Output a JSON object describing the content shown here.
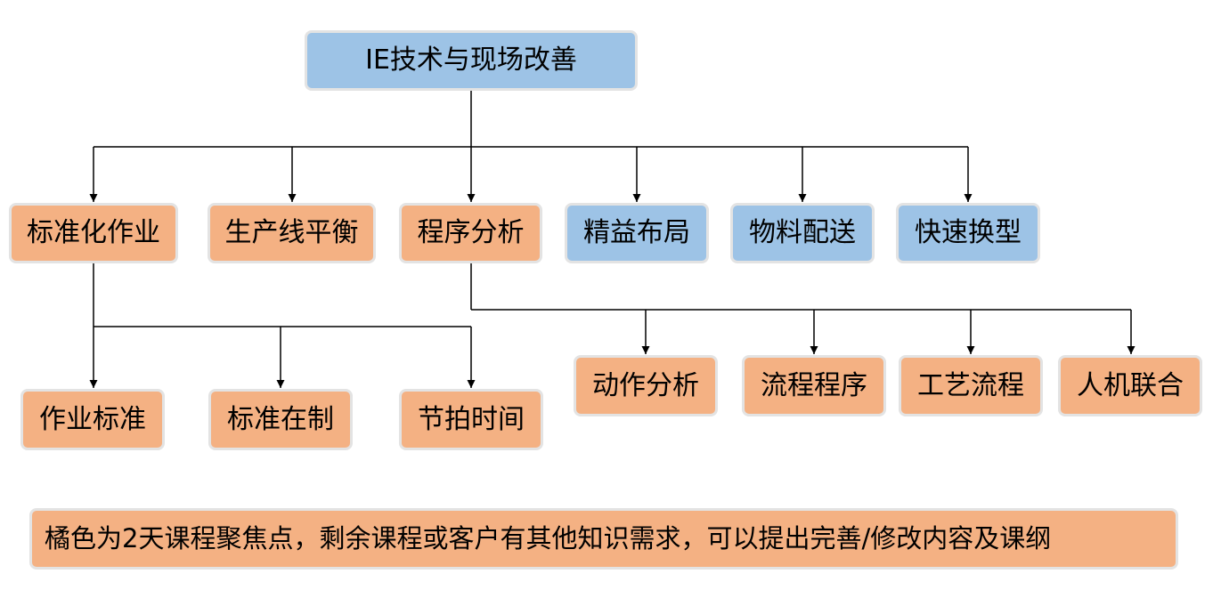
{
  "tree": {
    "label": "IE技术与现场改善",
    "fill": "blue",
    "children": [
      {
        "label": "标准化作业",
        "fill": "orange",
        "children": [
          {
            "label": "作业标准",
            "fill": "orange"
          },
          {
            "label": "标准在制",
            "fill": "orange"
          },
          {
            "label": "节拍时间",
            "fill": "orange"
          }
        ]
      },
      {
        "label": "生产线平衡",
        "fill": "orange"
      },
      {
        "label": "程序分析",
        "fill": "orange",
        "children": [
          {
            "label": "动作分析",
            "fill": "orange"
          },
          {
            "label": "流程程序",
            "fill": "orange"
          },
          {
            "label": "工艺流程",
            "fill": "orange"
          },
          {
            "label": "人机联合",
            "fill": "orange"
          }
        ]
      },
      {
        "label": "精益布局",
        "fill": "blue"
      },
      {
        "label": "物料配送",
        "fill": "blue"
      },
      {
        "label": "快速换型",
        "fill": "blue"
      }
    ]
  },
  "note": {
    "text": "橘色为2天课程聚焦点，剩余课程或客户有其他知识需求，可以提出完善/修改内容及课纲",
    "fill": "orange"
  },
  "colors": {
    "orange": "#F4B183",
    "blue": "#9DC3E6",
    "node_border": "#E3E3E3",
    "connector": "#000000"
  }
}
